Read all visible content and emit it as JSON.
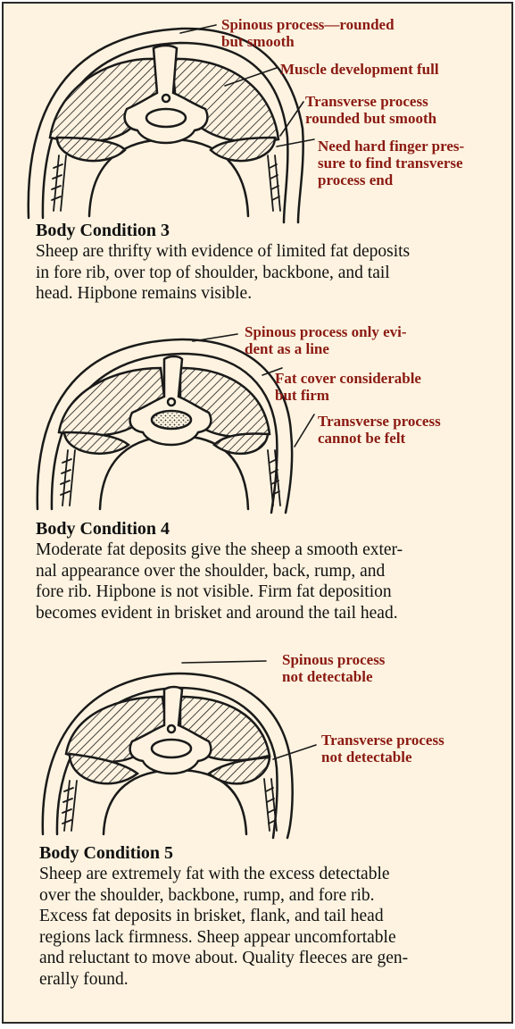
{
  "colors": {
    "annotation": "#8b1a12",
    "panel_background": "#fdf3e0",
    "ink": "#1a1a1a"
  },
  "sections": [
    {
      "annotations": [
        "Spinous process—rounded\nbut smooth",
        "Muscle development full",
        "Transverse process\nrounded but smooth",
        "Need hard finger pres-\nsure to find transverse\nprocess end"
      ],
      "heading": "Body Condition 3",
      "text": "Sheep are thrifty with evidence of limited fat deposits\nin fore rib, over top of shoulder, backbone, and tail\nhead. Hipbone remains visible."
    },
    {
      "annotations": [
        "Spinous process only evi-\ndent as a line",
        "Fat cover considerable\nbut firm",
        "Transverse process\ncannot be felt"
      ],
      "heading": "Body Condition 4",
      "text": "Moderate fat deposits give the sheep a smooth exter-\nnal appearance over the shoulder, back, rump, and\nfore rib. Hipbone is not visible. Firm fat deposition\nbecomes evident in brisket and around the tail head."
    },
    {
      "annotations": [
        "Spinous process\nnot detectable",
        "Transverse process\nnot detectable"
      ],
      "heading": "Body Condition 5",
      "text": "Sheep are extremely fat with the excess detectable\nover the shoulder, backbone, rump, and fore rib.\nExcess fat deposits in brisket, flank, and tail head\nregions lack firmness. Sheep appear uncomfortable\nand reluctant to move about. Quality fleeces are gen-\nerally found."
    }
  ]
}
